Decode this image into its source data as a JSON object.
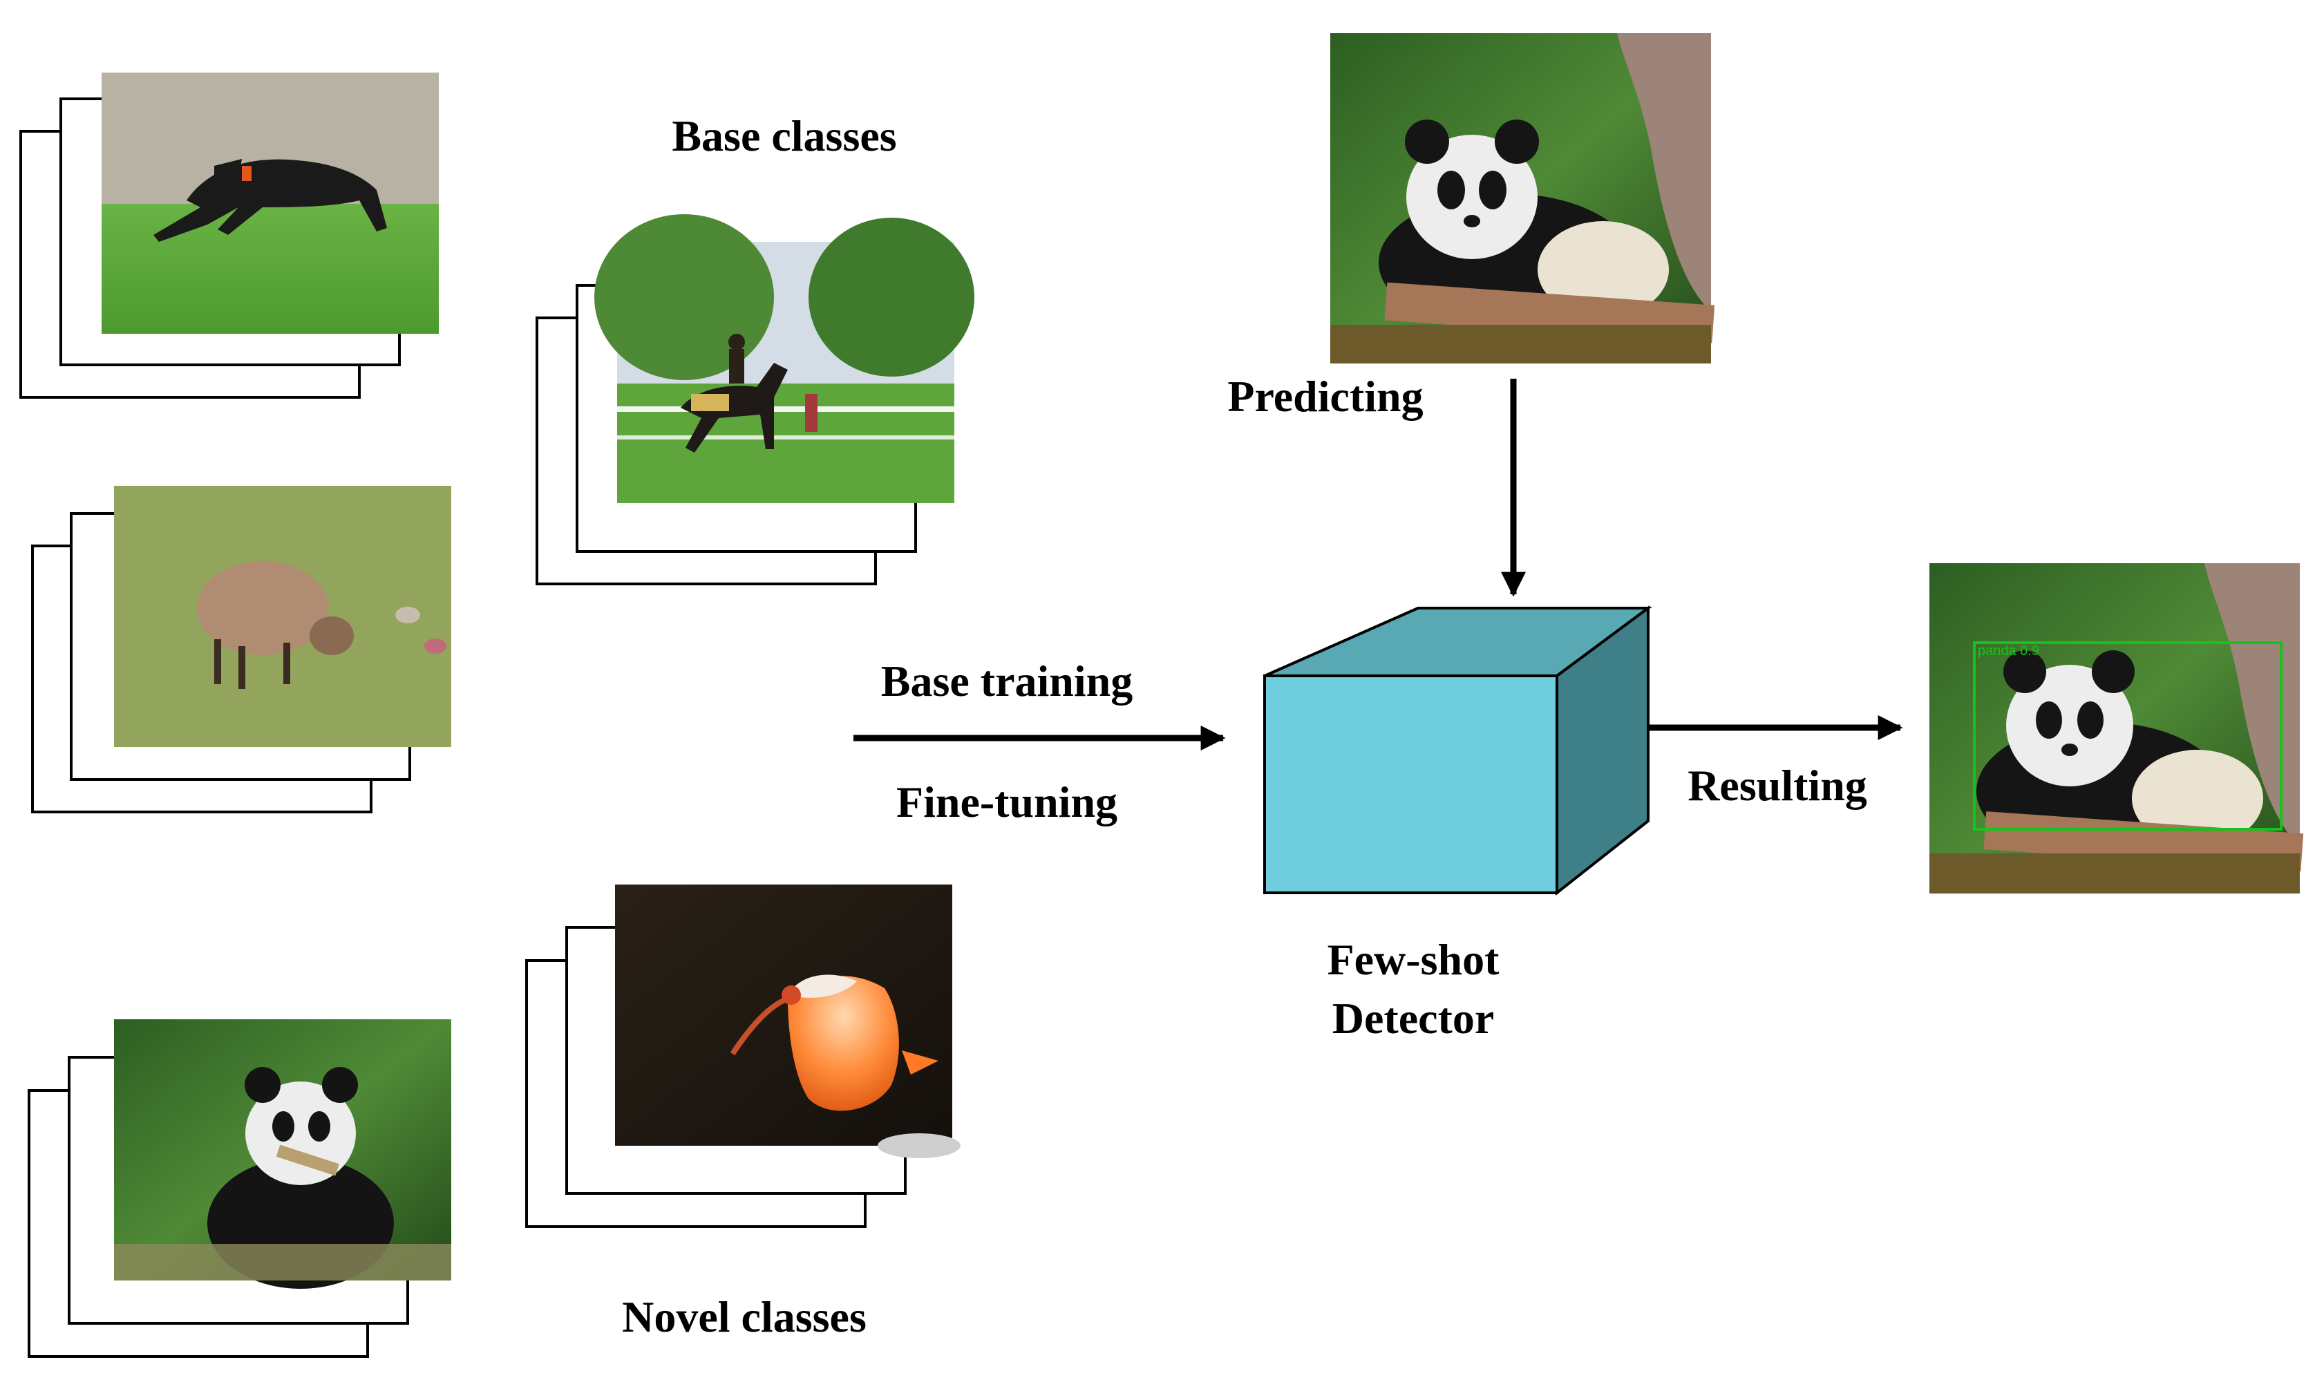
{
  "labels": {
    "base_classes": "Base classes",
    "novel_classes": "Novel classes",
    "predicting": "Predicting",
    "base_training": "Base training",
    "fine_tuning": "Fine-tuning",
    "resulting": "Resulting",
    "detector_line1": "Few-shot",
    "detector_line2": "Detector"
  },
  "photos": {
    "dog": "black dog running on grass",
    "sheep": "sheep grazing on grass",
    "horse": "rider on horse jumping fence",
    "panda_eating": "panda eating bamboo",
    "ibis": "crested ibis in flight",
    "panda_input": "panda resting on log",
    "panda_result": "panda with detection box"
  },
  "detection_label": "panda 0.9",
  "colors": {
    "cube_front": "#6fcedd",
    "cube_top": "#59a9b4",
    "cube_side": "#3f7f88",
    "detection_box": "#16c21c"
  }
}
